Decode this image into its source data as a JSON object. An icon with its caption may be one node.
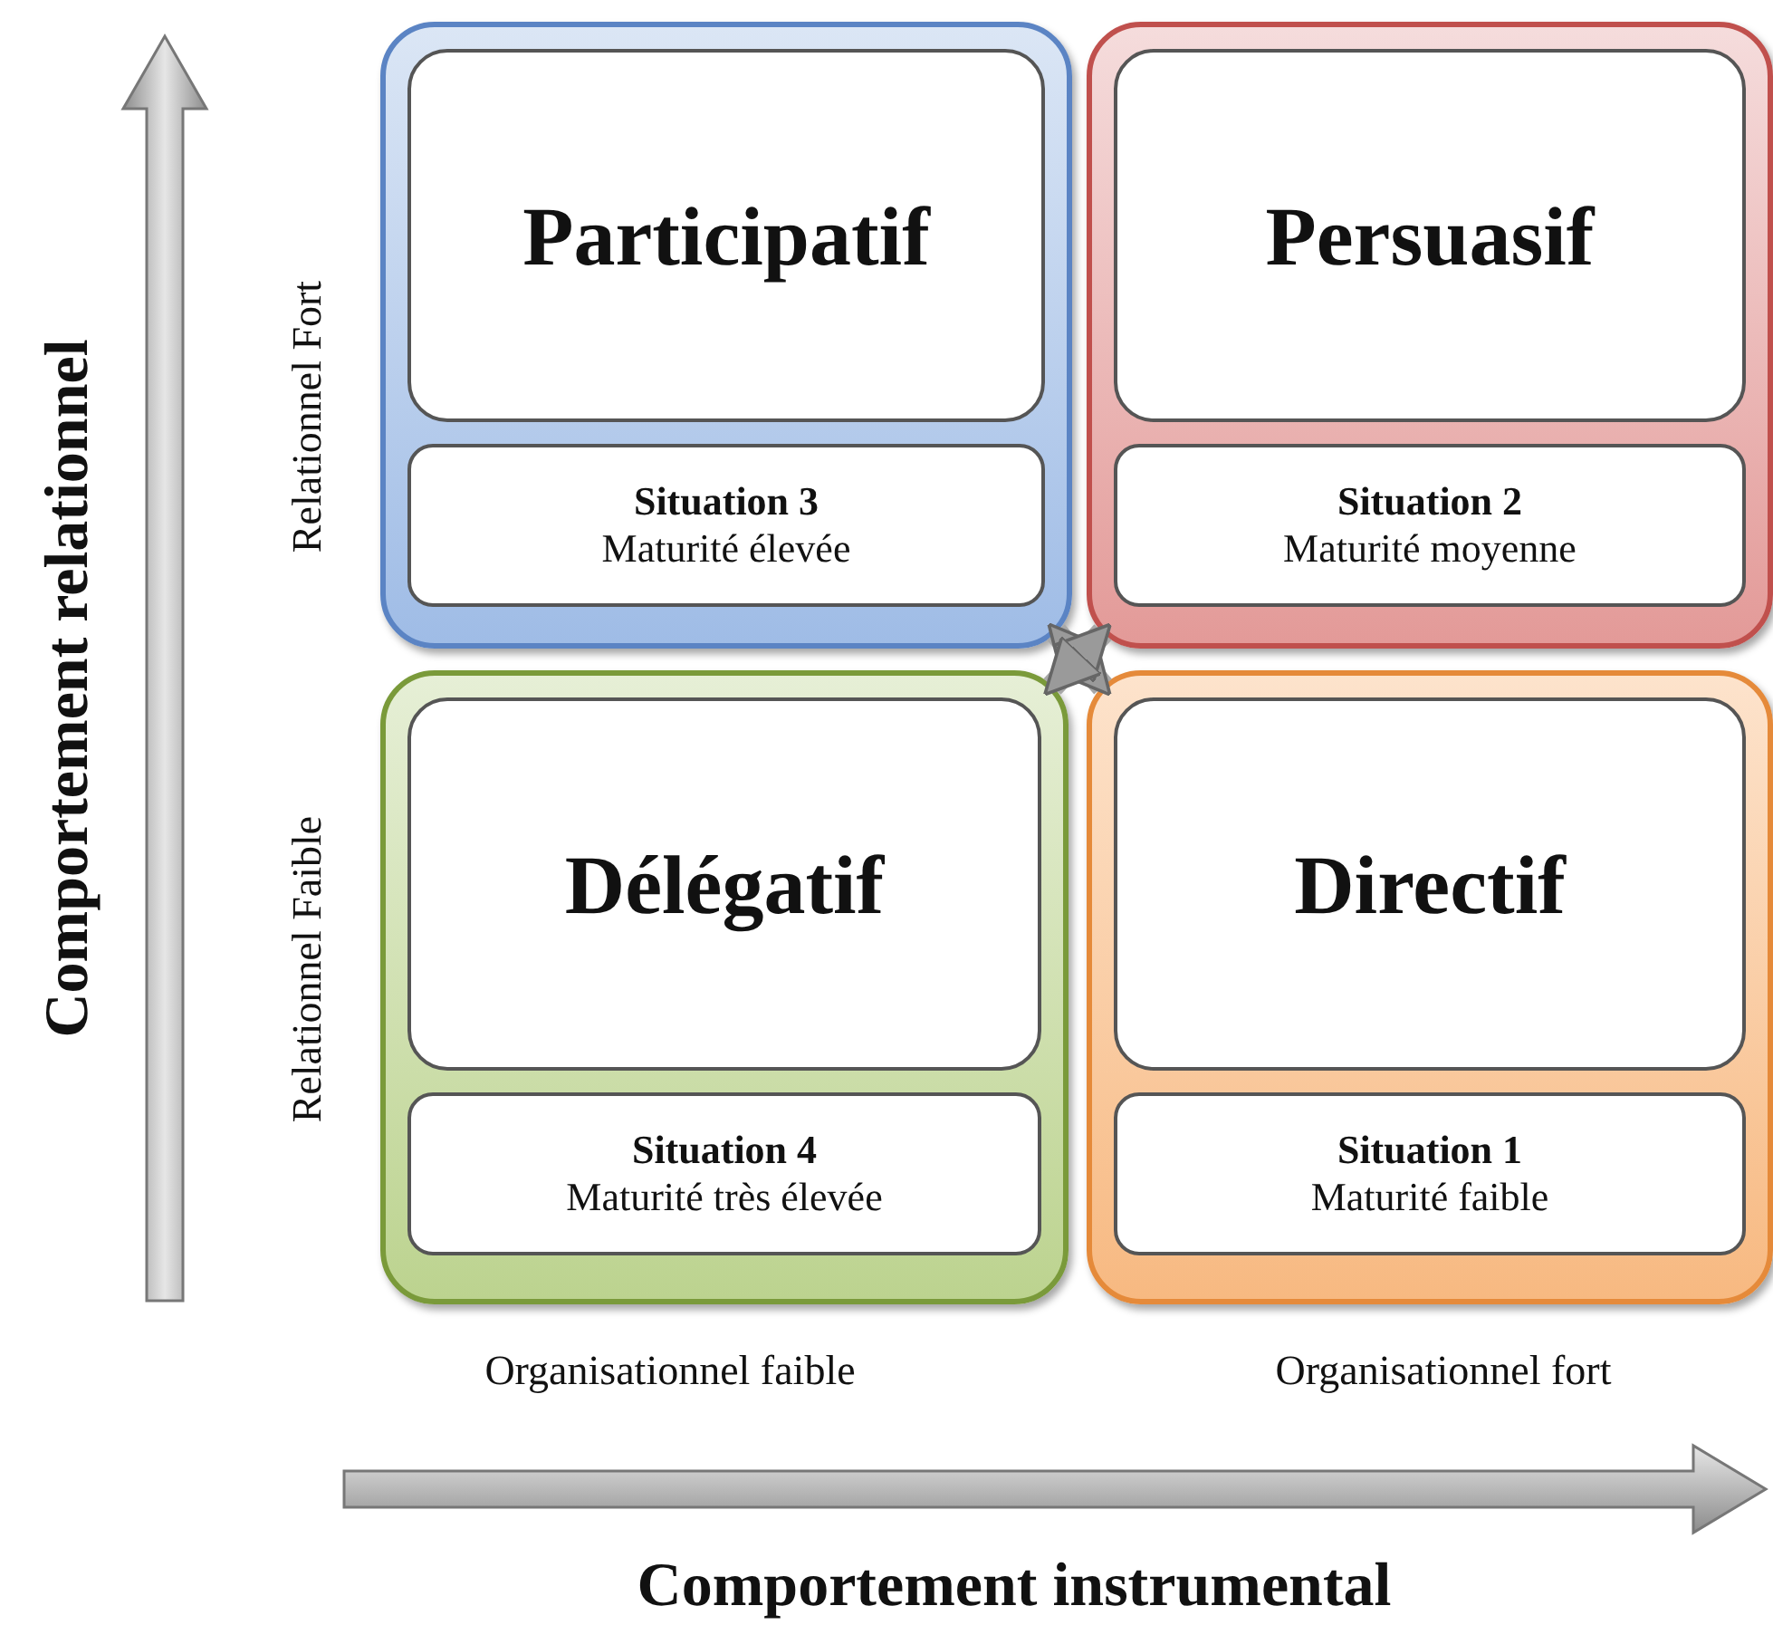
{
  "diagram": {
    "nodes": [
      {
        "text": [],
        "shape": "box"
      },
      {
        "text": [
          "Participatif"
        ],
        "in": 0
      },
      {
        "text": [
          "Situation 3",
          "Maturité élevée"
        ],
        "in": 0
      },
      {
        "text": [],
        "shape": "box"
      },
      {
        "text": [
          "Persuasif"
        ],
        "in": 3
      },
      {
        "text": [
          "Situation 2",
          "Maturité moyenne"
        ],
        "in": 3
      },
      {
        "text": [],
        "shape": "box"
      },
      {
        "text": [
          "Délégatif"
        ],
        "in": 6
      },
      {
        "text": [
          "Situation 4",
          "Maturité très élevée"
        ],
        "in": 6
      },
      {
        "text": [],
        "shape": "box"
      },
      {
        "text": [
          "Directif"
        ],
        "in": 9
      },
      {
        "text": [
          "Situation 1",
          "Maturité faible"
        ],
        "in": 9
      }
    ],
    "edges": [
      {
        "from": 0,
        "to": 9,
        "arrow": "both"
      },
      {
        "from": 3,
        "to": 6,
        "arrow": "both"
      }
    ],
    "labels": [
      "Comportement relationnel",
      "Relationnel Fort",
      "Relationnel Faible",
      "Organisationnel faible",
      "Organisationnel fort",
      "Comportement instrumental"
    ]
  }
}
